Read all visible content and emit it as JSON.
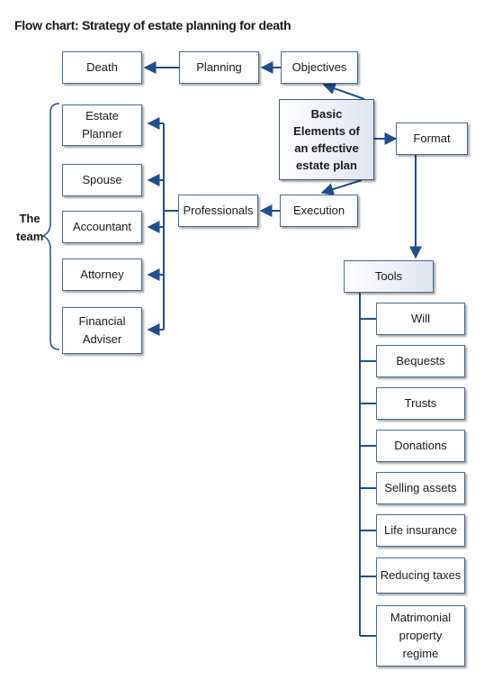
{
  "title": "Flow chart: Strategy of estate planning for death",
  "center": "Basic\nElements of\nan effective\nestate plan",
  "top_row": {
    "death": "Death",
    "planning": "Planning",
    "objectives": "Objectives"
  },
  "format": "Format",
  "execution": "Execution",
  "professionals": "Professionals",
  "team_label": "The\nteam",
  "team_members": [
    "Estate\nPlanner",
    "Spouse",
    "Accountant",
    "Attorney",
    "Financial\nAdviser"
  ],
  "tools_label": "Tools",
  "tools": [
    "Will",
    "Bequests",
    "Trusts",
    "Donations",
    "Selling assets",
    "Life insurance",
    "Reducing taxes",
    "Matrimonial\nproperty\nregime"
  ],
  "colors": {
    "line": "#1f4e8c",
    "border": "#4a6b8e",
    "gradient_end": "#dfe4f2"
  }
}
